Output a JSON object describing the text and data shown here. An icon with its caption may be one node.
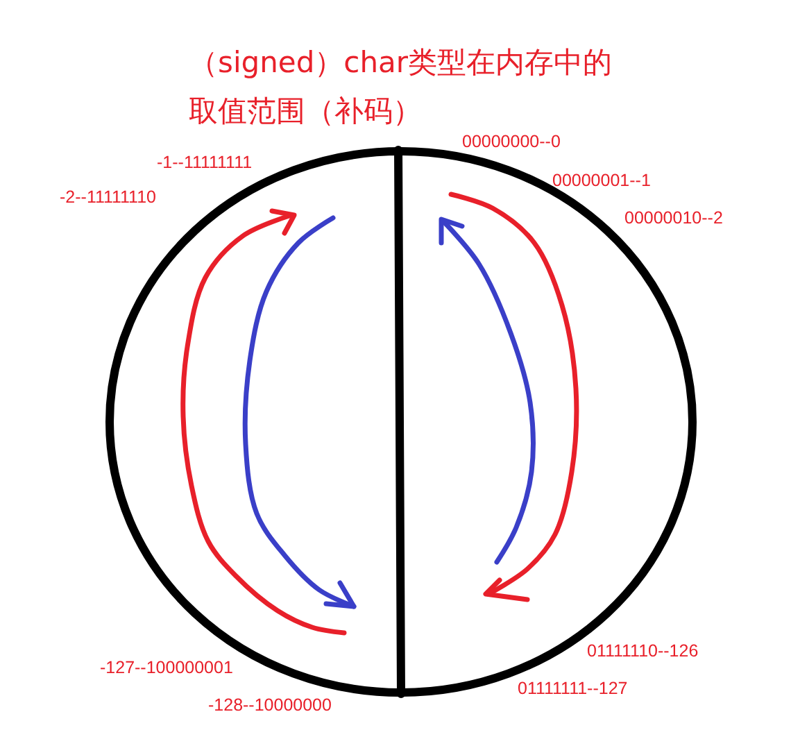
{
  "diagram": {
    "title": "（signed）char类型在内存中的取值范围（补码）",
    "labels": [
      "00000000--0",
      "-1--11111111",
      "00000001--1",
      "-2--11111110",
      "00000010--2",
      "01111110--126",
      "-127--100000001",
      "01111111--127",
      "-128--10000000"
    ]
  }
}
